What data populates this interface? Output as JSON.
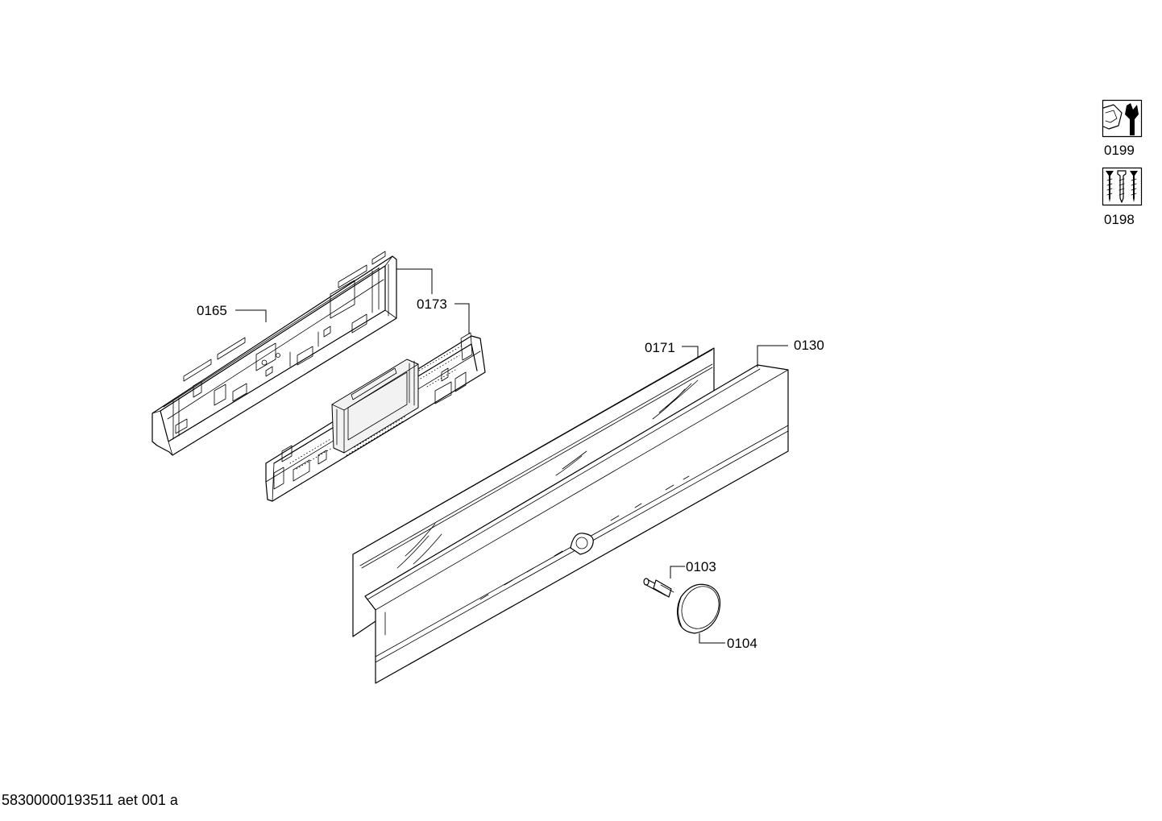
{
  "document": {
    "drawing_id": "58300000193511 aet 001 a"
  },
  "callouts": [
    {
      "id": "0165",
      "label": "0165"
    },
    {
      "id": "0173",
      "label": "0173"
    },
    {
      "id": "0171",
      "label": "0171"
    },
    {
      "id": "0130",
      "label": "0130"
    },
    {
      "id": "0103",
      "label": "0103"
    },
    {
      "id": "0104",
      "label": "0104"
    }
  ],
  "kits": [
    {
      "id": "0199",
      "label": "0199",
      "icon": "wrench-nut-icon"
    },
    {
      "id": "0198",
      "label": "0198",
      "icon": "screws-icon"
    }
  ]
}
